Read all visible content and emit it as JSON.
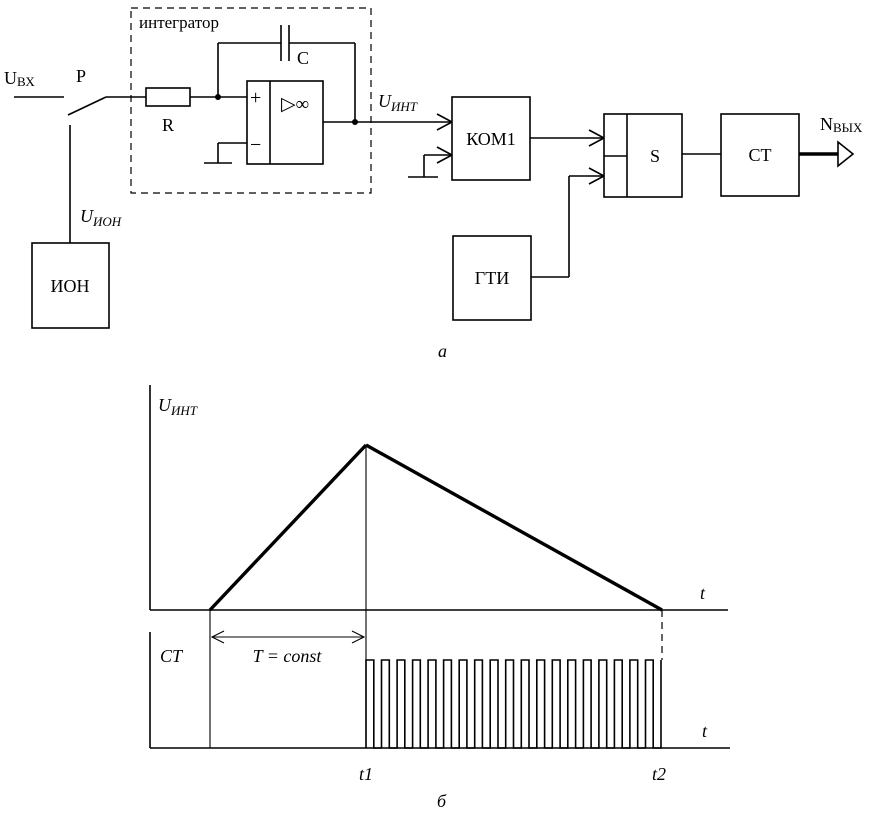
{
  "schematic": {
    "input_label": "U",
    "input_sub": "ВХ",
    "switch_label": "P",
    "resistor_label": "R",
    "integrator_title": "интегратор",
    "capacitor_label": "C",
    "opamp_plus": "+",
    "opamp_minus": "−",
    "opamp_symbol": "▷∞",
    "uint_label": "U",
    "uint_sub": "ИНТ",
    "uion_label": "U",
    "uion_sub": "ИОН",
    "ion_block": "ИОН",
    "comparator_block": "КОМ1",
    "gti_block": "ГТИ",
    "and_block": "S",
    "counter_block": "CT",
    "output_label": "N",
    "output_sub": "ВЫХ",
    "caption": "а"
  },
  "timing": {
    "uint_axis_label": "U",
    "uint_axis_sub": "ИНТ",
    "t_label_top": "t",
    "ct_axis_label": "CT",
    "t_label_bottom": "t",
    "interval_label": "T = const",
    "t1_label": "t1",
    "t2_label": "t2",
    "caption": "б",
    "pulse_count": 19
  }
}
